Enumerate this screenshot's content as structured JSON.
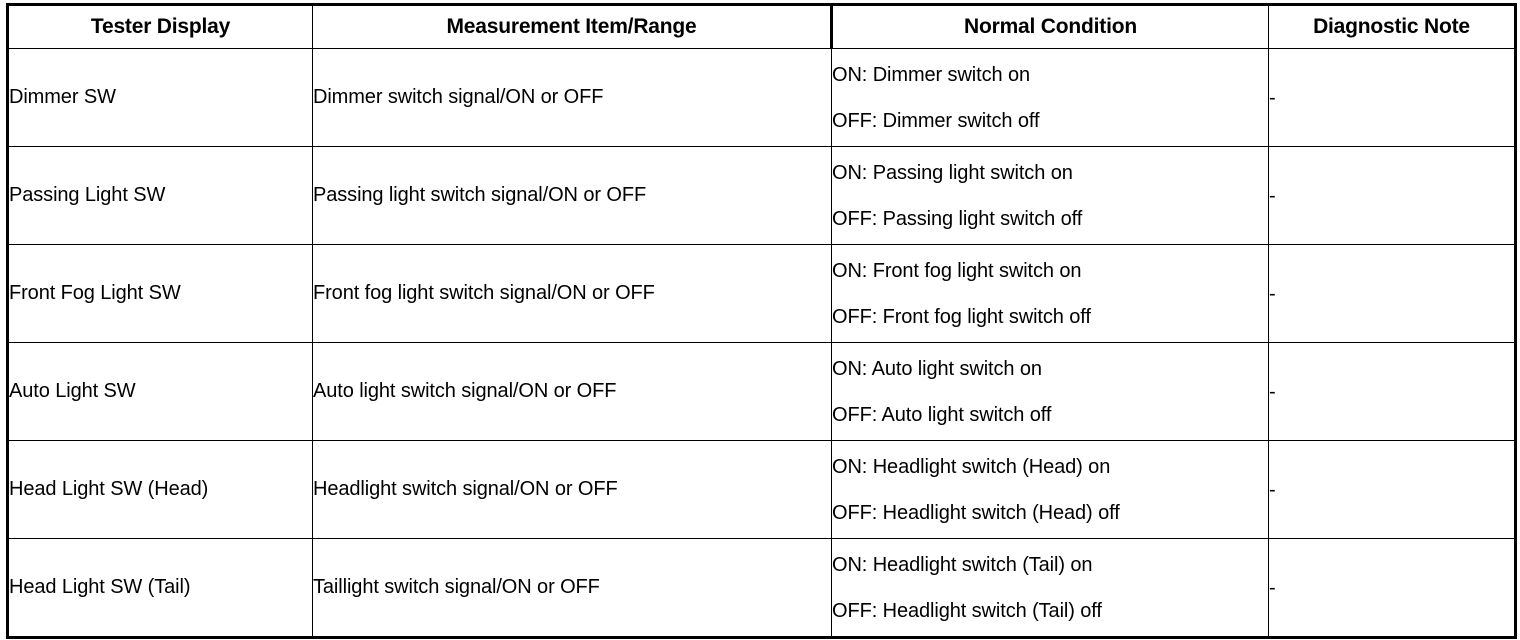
{
  "table": {
    "columns": [
      {
        "key": "tester_display",
        "label": "Tester Display"
      },
      {
        "key": "measurement_item_range",
        "label": "Measurement Item/Range"
      },
      {
        "key": "normal_condition",
        "label": "Normal Condition"
      },
      {
        "key": "diagnostic_note",
        "label": "Diagnostic Note"
      }
    ],
    "rows": [
      {
        "tester_display": "Dimmer SW",
        "measurement_item_range": "Dimmer switch signal/ON or OFF",
        "normal_condition_on": "ON: Dimmer switch on",
        "normal_condition_off": "OFF: Dimmer switch off",
        "diagnostic_note": "-"
      },
      {
        "tester_display": "Passing Light SW",
        "measurement_item_range": "Passing light switch signal/ON or OFF",
        "normal_condition_on": "ON: Passing light switch on",
        "normal_condition_off": "OFF: Passing light switch off",
        "diagnostic_note": "-"
      },
      {
        "tester_display": "Front Fog Light SW",
        "measurement_item_range": "Front fog light switch signal/ON or OFF",
        "normal_condition_on": "ON: Front fog light switch on",
        "normal_condition_off": "OFF: Front fog light switch off",
        "diagnostic_note": "-"
      },
      {
        "tester_display": "Auto Light SW",
        "measurement_item_range": "Auto light switch signal/ON or OFF",
        "normal_condition_on": "ON: Auto light switch on",
        "normal_condition_off": "OFF: Auto light switch off",
        "diagnostic_note": "-"
      },
      {
        "tester_display": "Head Light SW (Head)",
        "measurement_item_range": "Headlight switch signal/ON or OFF",
        "normal_condition_on": "ON: Headlight switch (Head) on",
        "normal_condition_off": "OFF: Headlight switch (Head) off",
        "diagnostic_note": "-"
      },
      {
        "tester_display": "Head Light SW (Tail)",
        "measurement_item_range": "Taillight switch signal/ON or OFF",
        "normal_condition_on": "ON: Headlight switch (Tail) on",
        "normal_condition_off": "OFF: Headlight switch (Tail) off",
        "diagnostic_note": "-"
      }
    ]
  },
  "colors": {
    "border": "#000000",
    "text": "#000000",
    "background": "#ffffff"
  }
}
